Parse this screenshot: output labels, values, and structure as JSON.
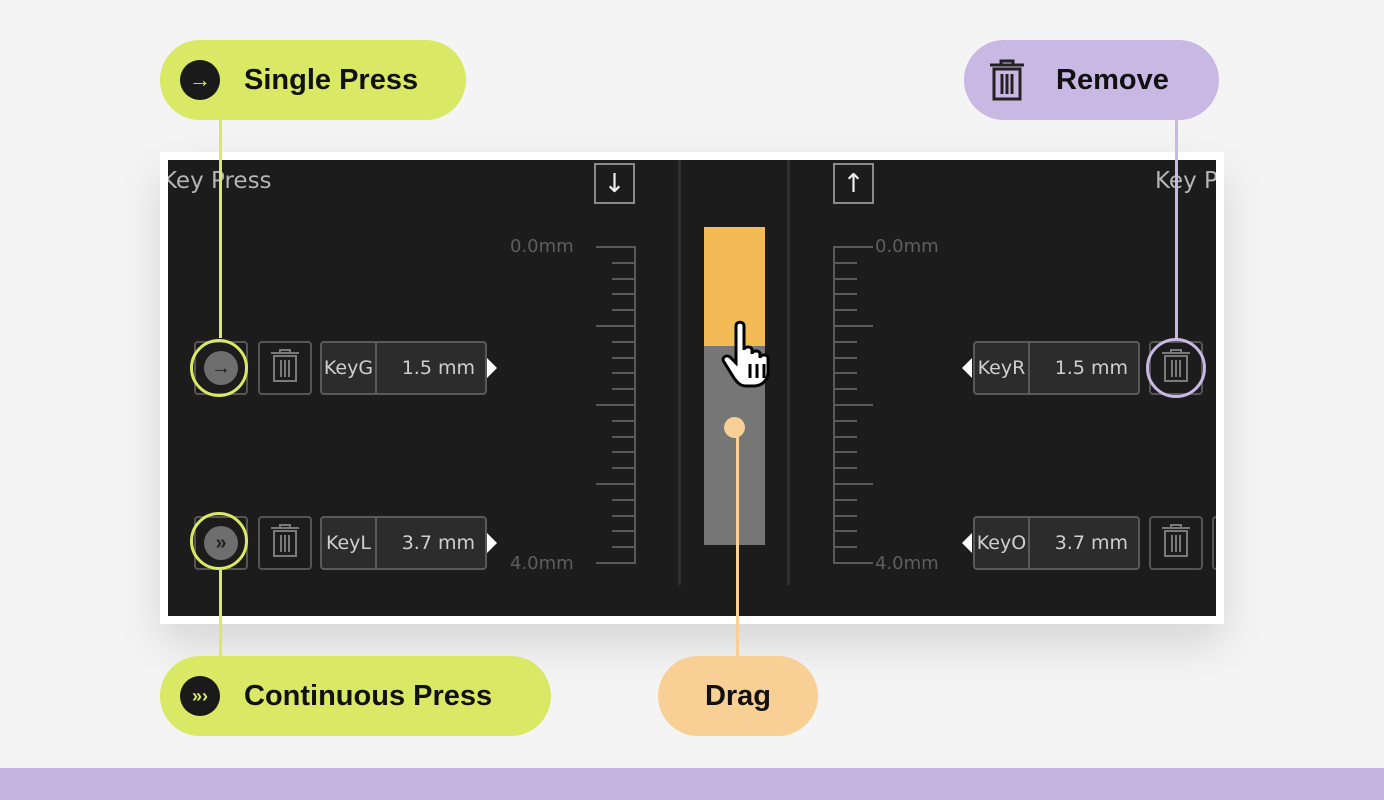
{
  "panel": {
    "left_title": "Key Press",
    "right_title": "Key P",
    "down_arrow": "↓",
    "up_arrow": "↑",
    "ruler_top": "0.0mm",
    "ruler_bottom": "4.0mm"
  },
  "left_rows": [
    {
      "mode": "single-press",
      "mode_glyph": "→",
      "key": "KeyG",
      "value": "1.5 mm"
    },
    {
      "mode": "continuous-press",
      "mode_glyph": "»",
      "key": "KeyL",
      "value": "3.7 mm"
    }
  ],
  "right_rows": [
    {
      "key": "KeyR",
      "value": "1.5 mm"
    },
    {
      "key": "KeyO",
      "value": "3.7 mm"
    }
  ],
  "travel_bar": {
    "max_mm": 4.0,
    "actuation_fraction": 0.375,
    "handle_fraction": 0.63
  },
  "callouts": {
    "single_press": "Single Press",
    "continuous_press": "Continuous Press",
    "drag": "Drag",
    "remove": "Remove"
  },
  "colors": {
    "lime": "#d9e865",
    "purple": "#c9b8e3",
    "peach": "#f8cf94",
    "orange": "#f2bb55",
    "band": "#c5b3df"
  }
}
